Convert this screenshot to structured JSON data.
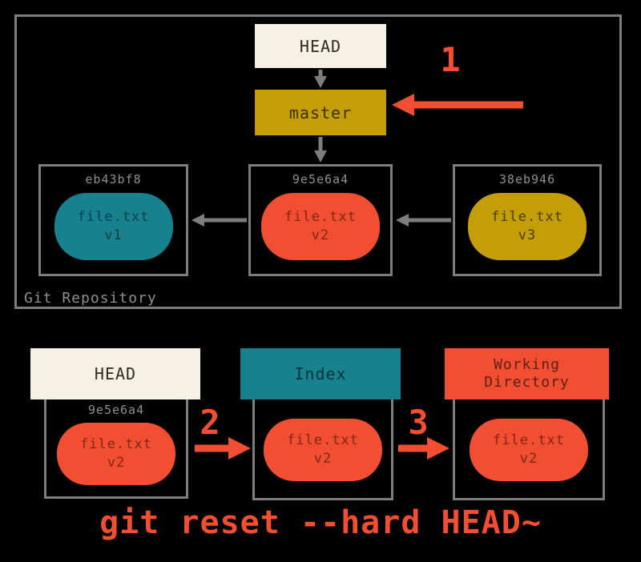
{
  "colors": {
    "background": "#000000",
    "border_gray": "#7d7d7d",
    "label_gray": "#8f8f8f",
    "cream": "#f5f1e4",
    "gold": "#c49e06",
    "teal": "#17818d",
    "orange_red": "#f14e32"
  },
  "repo": {
    "label": "Git Repository",
    "head_label": "HEAD",
    "branch_label": "master",
    "commits": [
      {
        "hash": "eb43bf8",
        "file": "file.txt",
        "version": "v1"
      },
      {
        "hash": "9e5e6a4",
        "file": "file.txt",
        "version": "v2"
      },
      {
        "hash": "38eb946",
        "file": "file.txt",
        "version": "v3"
      }
    ]
  },
  "steps": {
    "one": "1",
    "two": "2",
    "three": "3"
  },
  "bottom": {
    "head": {
      "title": "HEAD",
      "hash": "9e5e6a4",
      "file": "file.txt",
      "version": "v2"
    },
    "index": {
      "title": "Index",
      "file": "file.txt",
      "version": "v2"
    },
    "working": {
      "title": "Working\nDirectory",
      "file": "file.txt",
      "version": "v2"
    }
  },
  "caption": "git reset --hard HEAD~"
}
